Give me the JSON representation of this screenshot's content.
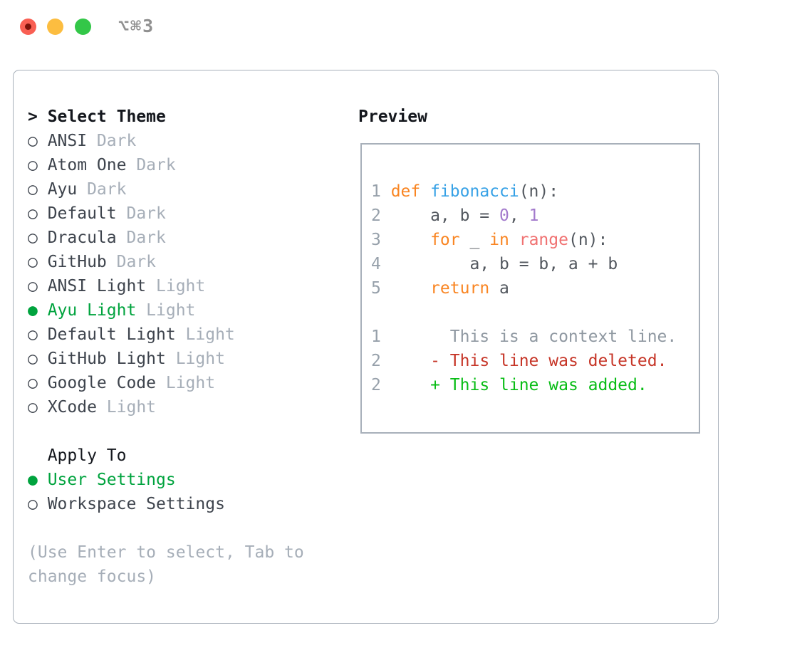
{
  "titlebar": {
    "shortcut": "⌥⌘3"
  },
  "colors": {
    "selected_green": "#00a33e",
    "keyword_orange": "#f98522",
    "function_blue": "#36a1e6",
    "builtin_red": "#f07171",
    "number_purple": "#a37acc",
    "diff_deleted_red": "#c63527",
    "diff_added_green": "#09bd16",
    "panel_border_gray": "#a8b0ba",
    "muted_gray": "#a6aeb8"
  },
  "theme_list": {
    "prompt": ">",
    "title": "Select Theme",
    "items": [
      {
        "marker": "○",
        "name": "ANSI",
        "tag": "Dark",
        "selected": false
      },
      {
        "marker": "○",
        "name": "Atom One",
        "tag": "Dark",
        "selected": false
      },
      {
        "marker": "○",
        "name": "Ayu",
        "tag": "Dark",
        "selected": false
      },
      {
        "marker": "○",
        "name": "Default",
        "tag": "Dark",
        "selected": false
      },
      {
        "marker": "○",
        "name": "Dracula",
        "tag": "Dark",
        "selected": false
      },
      {
        "marker": "○",
        "name": "GitHub",
        "tag": "Dark",
        "selected": false
      },
      {
        "marker": "○",
        "name": "ANSI Light",
        "tag": "Light",
        "selected": false
      },
      {
        "marker": "●",
        "name": "Ayu Light",
        "tag": "Light",
        "selected": true
      },
      {
        "marker": "○",
        "name": "Default Light",
        "tag": "Light",
        "selected": false
      },
      {
        "marker": "○",
        "name": "GitHub Light",
        "tag": "Light",
        "selected": false
      },
      {
        "marker": "○",
        "name": "Google Code",
        "tag": "Light",
        "selected": false
      },
      {
        "marker": "○",
        "name": "XCode",
        "tag": "Light",
        "selected": false
      }
    ]
  },
  "apply_to": {
    "title": "Apply To",
    "options": [
      {
        "marker": "●",
        "label": "User Settings",
        "selected": true
      },
      {
        "marker": "○",
        "label": "Workspace Settings",
        "selected": false
      }
    ]
  },
  "hint": "(Use Enter to select, Tab to change focus)",
  "preview": {
    "title": "Preview",
    "code_lines": [
      {
        "no": "1",
        "segs": [
          {
            "t": "def "
          },
          {
            "t": "fibonacci"
          },
          {
            "t": "(n):"
          }
        ]
      },
      {
        "no": "2",
        "segs": [
          {
            "t": "    a, b = "
          },
          {
            "t": "0"
          },
          {
            "t": ", "
          },
          {
            "t": "1"
          }
        ]
      },
      {
        "no": "3",
        "segs": [
          {
            "t": "    "
          },
          {
            "t": "for"
          },
          {
            "t": " _ "
          },
          {
            "t": "in"
          },
          {
            "t": " "
          },
          {
            "t": "range"
          },
          {
            "t": "(n):"
          }
        ]
      },
      {
        "no": "4",
        "segs": [
          {
            "t": "        a, b = b, a + b"
          }
        ]
      },
      {
        "no": "5",
        "segs": [
          {
            "t": "    "
          },
          {
            "t": "return"
          },
          {
            "t": " a"
          }
        ]
      }
    ],
    "diff_lines": [
      {
        "no": "1",
        "segs": [
          {
            "t": "      This is a context line."
          }
        ]
      },
      {
        "no": "2",
        "segs": [
          {
            "t": "    "
          },
          {
            "t": "- This line was deleted."
          }
        ]
      },
      {
        "no": "2",
        "segs": [
          {
            "t": "    "
          },
          {
            "t": "+ This line was added."
          }
        ]
      }
    ]
  }
}
